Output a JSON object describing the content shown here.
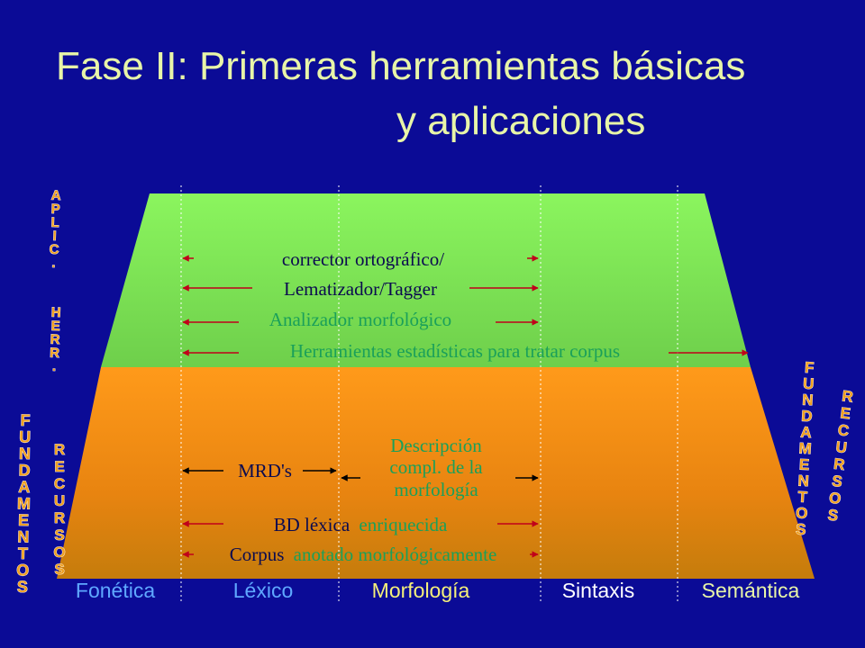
{
  "title": {
    "line1": "Fase II: Primeras herramientas básicas",
    "line2": "y aplicaciones"
  },
  "colors": {
    "background": "#0b0b96",
    "title": "#e8f5a8",
    "upper_band": "#7cf256",
    "lower_band": "#ff8c1a",
    "arrow": "#c0001a",
    "black_arrow": "#000000",
    "green_text": "#1aa05a",
    "dark_text": "#0b0b50"
  },
  "upper_items": [
    {
      "text": "corrector ortográfico/",
      "color": "#0b0b50"
    },
    {
      "text": "Lematizador/Tagger",
      "color": "#0b0b50"
    },
    {
      "text": "Analizador morfológico",
      "color": "#1aa05a"
    },
    {
      "text": "Herramientas estadísticas para tratar corpus",
      "color": "#1aa05a"
    }
  ],
  "lower_items": {
    "mrds": "MRD's",
    "descripcion": [
      "Descripción",
      "compl. de la",
      "morfología"
    ],
    "bd_dark": "BD léxica",
    "bd_green": "enriquecida",
    "corpus_dark": "Corpus",
    "corpus_green": "anotado morfológicamente"
  },
  "columns": [
    {
      "label": "Fonética",
      "color": "#5fa8ff"
    },
    {
      "label": "Léxico",
      "color": "#5fa8ff"
    },
    {
      "label": "Morfología",
      "color": "#f5f07a"
    },
    {
      "label": "Sintaxis",
      "color": "#ffffff"
    },
    {
      "label": "Semántica",
      "color": "#e8f5a8"
    }
  ],
  "side_labels": {
    "left_aplic": "APLIC.",
    "left_herr": "HERR.",
    "left_fundamentos": "FUNDAMENTOS",
    "left_recursos": "RECURSOS",
    "right_fundamentos": "FUNDAMENTOS",
    "right_recursos": "RECURSOS"
  }
}
